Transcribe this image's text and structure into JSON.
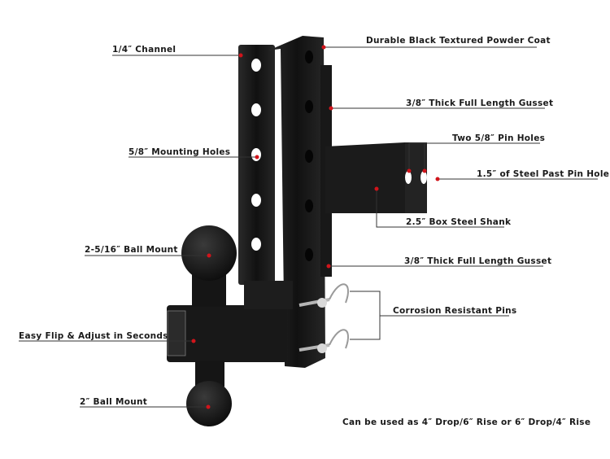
{
  "callouts": {
    "channel": "1/4″ Channel",
    "powder_coat": "Durable Black Textured Powder Coat",
    "gusset_top": "3/8″ Thick Full Length Gusset",
    "pin_holes": "Two 5/8″ Pin Holes",
    "mounting_holes": "5/8″ Mounting Holes",
    "steel_past": "1.5″ of Steel Past Pin Hole",
    "box_shank": "2.5″ Box Steel Shank",
    "ball_mount_large": "2-5/16″ Ball Mount",
    "gusset_bottom": "3/8″ Thick Full Length Gusset",
    "pins": "Corrosion Resistant Pins",
    "flip_adjust": "Easy Flip & Adjust in Seconds",
    "ball_mount_small": "2″ Ball Mount"
  },
  "footer_note": "Can be used as 4″ Drop/6″ Rise or 6″ Drop/4″ Rise",
  "colors": {
    "dot": "#d1141b",
    "metal": "#1c1c1c"
  }
}
